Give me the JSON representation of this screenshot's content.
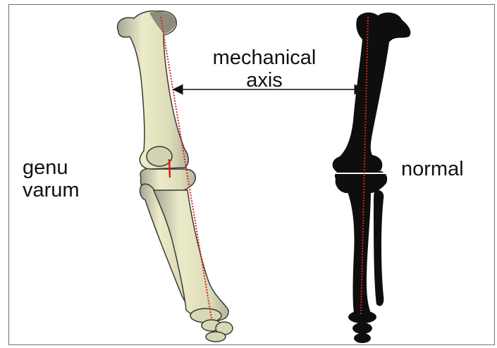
{
  "labels": {
    "mechanical_axis": [
      "mechanical",
      "axis"
    ],
    "genu_varum": [
      "genu",
      "varum"
    ],
    "normal": "normal"
  },
  "colors": {
    "bone_fill": "#e7e6c4",
    "bone_shade": "#a9a895",
    "bone_outline": "#3a3a32",
    "normal_bone": "#0e0e0e",
    "axis_line": "#d9201e",
    "arrow": "#111111"
  }
}
